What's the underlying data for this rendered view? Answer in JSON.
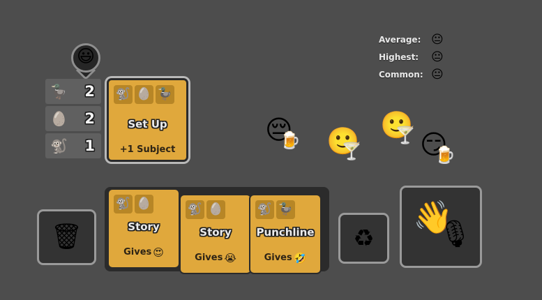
{
  "theme": {
    "background": "#4d4d4d",
    "card_face": "#e0a83c",
    "slot_fill": "#333333",
    "slot_border": "#9a9a9a",
    "panel_fill": "#606060",
    "backing_plate": "#2b2b2b"
  },
  "player": {
    "pin_face": "😃"
  },
  "resources": [
    {
      "icon": "🦆",
      "icon_name": "duck-icon",
      "count": "2"
    },
    {
      "icon": "🥚",
      "icon_name": "egg-icon",
      "count": "2"
    },
    {
      "icon": "🐒",
      "icon_name": "monkey-icon",
      "count": "1"
    }
  ],
  "setup_card": {
    "title": "Set Up",
    "effect": "+1 Subject",
    "costs": [
      {
        "icon": "🐒",
        "icon_name": "monkey-icon"
      },
      {
        "icon": "🥚",
        "icon_name": "egg-icon"
      },
      {
        "icon": "🦆",
        "icon_name": "duck-icon"
      }
    ]
  },
  "hand": [
    {
      "title": "Story",
      "effect_label": "Gives",
      "effect_emoji": "😍",
      "effect_emoji_name": "heart-eyes-face-icon",
      "costs": [
        {
          "icon": "🐒",
          "icon_name": "monkey-icon"
        },
        {
          "icon": "🥚",
          "icon_name": "egg-icon"
        }
      ]
    },
    {
      "title": "Story",
      "effect_label": "Gives",
      "effect_emoji": "😭",
      "effect_emoji_name": "loudly-crying-face-icon",
      "costs": [
        {
          "icon": "🐒",
          "icon_name": "monkey-icon"
        },
        {
          "icon": "🥚",
          "icon_name": "egg-icon"
        }
      ]
    },
    {
      "title": "Punchline",
      "effect_label": "Gives",
      "effect_emoji": "🤣",
      "effect_emoji_name": "rolling-on-floor-laughing-face-icon",
      "costs": [
        {
          "icon": "🐒",
          "icon_name": "monkey-icon"
        },
        {
          "icon": "🦆",
          "icon_name": "duck-icon"
        }
      ]
    }
  ],
  "audience": [
    {
      "face": "😔",
      "face_name": "pensive-face-icon",
      "drink": "🍺",
      "drink_name": "beer-mug-icon"
    },
    {
      "face": "🙂",
      "face_name": "slightly-smiling-face-icon",
      "drink": "🍸",
      "drink_name": "cocktail-glass-icon"
    },
    {
      "face": "🙂",
      "face_name": "slightly-smiling-face-icon",
      "drink": "🍸",
      "drink_name": "cocktail-glass-icon"
    },
    {
      "face": "😏",
      "face_name": "smirking-face-icon",
      "drink": "🍺",
      "drink_name": "beer-mug-icon"
    }
  ],
  "actions": {
    "discard": {
      "icon": "🗑",
      "icon_name": "wastebasket-icon"
    },
    "recycle": {
      "icon": "♻",
      "icon_name": "recycle-icon"
    },
    "perform": {
      "wave_icon": "👋",
      "wave_icon_name": "waving-hand-icon",
      "mic_icon": "🎙",
      "mic_icon_name": "microphone-icon"
    }
  },
  "stats": [
    {
      "label": "Average:",
      "value": "😐",
      "value_name": "neutral-face-icon"
    },
    {
      "label": "Highest:",
      "value": "😐",
      "value_name": "neutral-face-icon"
    },
    {
      "label": "Common:",
      "value": "😐",
      "value_name": "neutral-face-icon"
    }
  ]
}
